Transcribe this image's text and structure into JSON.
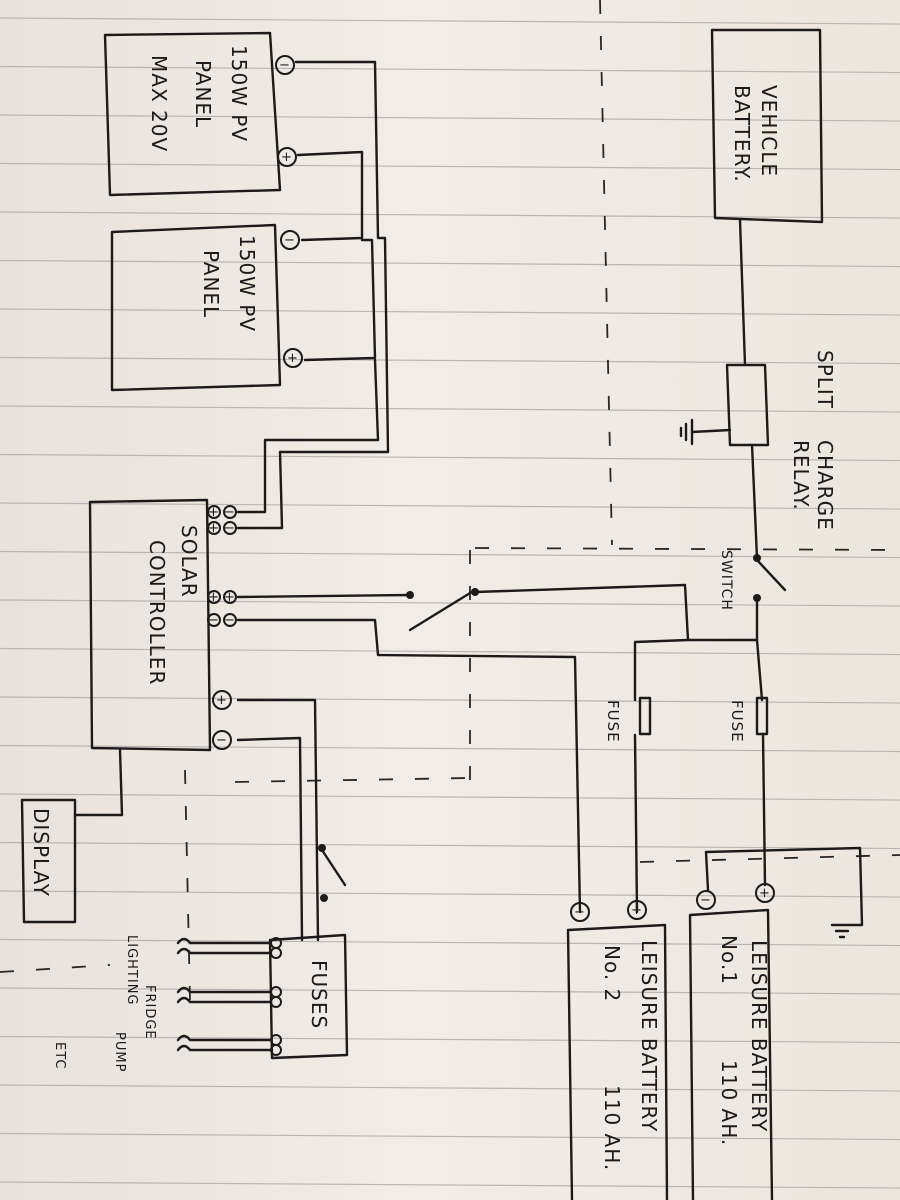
{
  "panel1": {
    "line1": "150W PV",
    "line2": "PANEL",
    "line3": "MAX 20V"
  },
  "panel2": {
    "line1": "150W PV",
    "line2": "PANEL"
  },
  "vehicle_battery": {
    "line1": "VEHICLE",
    "line2": "BATTERY."
  },
  "relay": {
    "line1": "SPLIT",
    "line2": "CHARGE",
    "line3": "RELAY."
  },
  "switch_label": "SWITCH",
  "controller": {
    "line1": "SOLAR",
    "line2": "CONTROLLER"
  },
  "fuse_labels": [
    "FUSE",
    "FUSE"
  ],
  "display_label": "DISPLAY",
  "fuses_label": "FUSES",
  "loads": [
    "LIGHTING",
    "FRIDGE",
    "PUMP",
    "ETC"
  ],
  "leisure1": {
    "line1": "LEISURE BATTERY",
    "line2": "No.1",
    "line3": "110 AH."
  },
  "leisure2": {
    "line1": "LEISURE BATTERY",
    "line2": "No. 2",
    "line3": "110 AH."
  },
  "terminals": {
    "plus": "+",
    "minus": "−"
  }
}
